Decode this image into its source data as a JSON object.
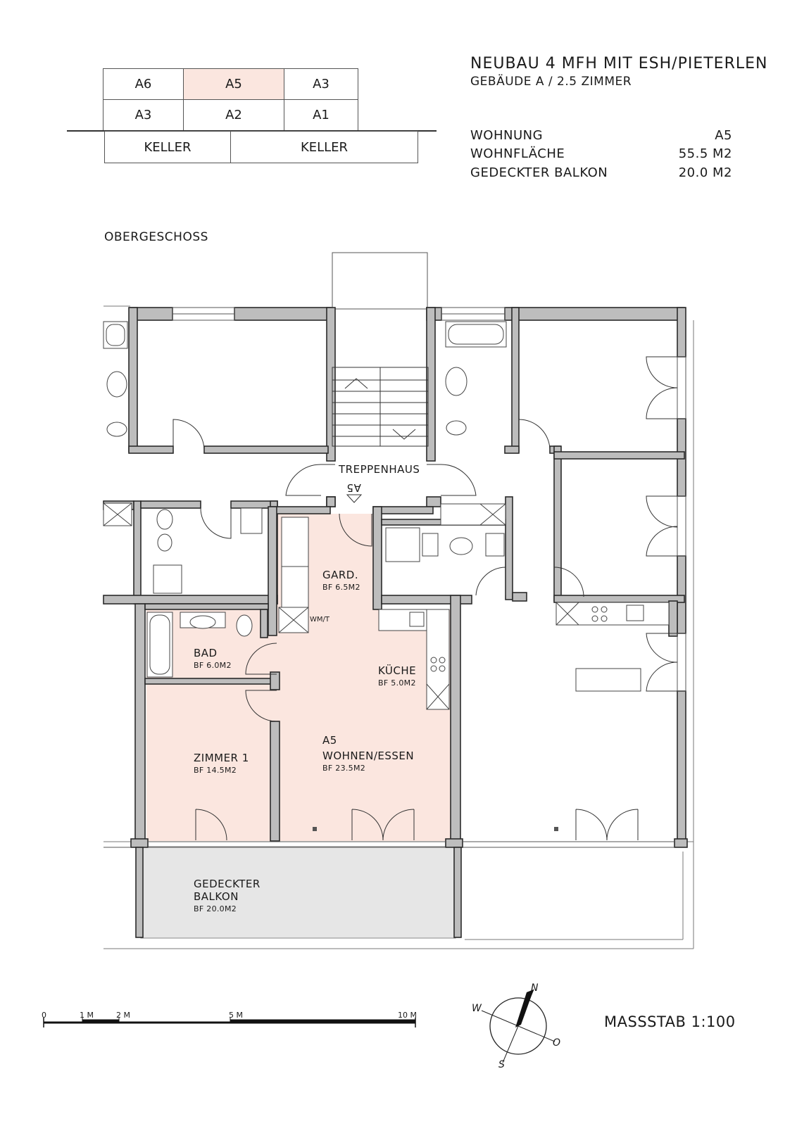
{
  "project": {
    "title": "NEUBAU 4 MFH MIT ESH/PIETERLEN",
    "subtitle": "GEBÄUDE A / 2.5 ZIMMER"
  },
  "unit_key": {
    "row1": [
      "A6",
      "A5",
      "A3"
    ],
    "row2": [
      "A3",
      "A2",
      "A1"
    ],
    "basement": [
      "KELLER",
      "KELLER"
    ],
    "highlighted": "A5",
    "highlight_color": "#fbe6df"
  },
  "info": {
    "rows": [
      {
        "label": "WOHNUNG",
        "value": "A5"
      },
      {
        "label": "WOHNFLÄCHE",
        "value": "55.5 M2"
      },
      {
        "label": "GEDECKTER BALKON",
        "value": "20.0 M2"
      }
    ]
  },
  "floor": {
    "label": "OBERGESCHOSS"
  },
  "rooms": {
    "treppenhaus": "TREPPENHAUS",
    "stair_mark": "A5",
    "gard": {
      "name": "GARD.",
      "area": "BF 6.5M2"
    },
    "wmt": "WM/T",
    "bad": {
      "name": "BAD",
      "area": "BF 6.0M2"
    },
    "kueche": {
      "name": "KÜCHE",
      "area": "BF 5.0M2"
    },
    "zimmer1": {
      "name": "ZIMMER 1",
      "area": "BF 14.5M2"
    },
    "wohnen": {
      "unit": "A5",
      "name": "WOHNEN/ESSEN",
      "area": "BF 23.5M2"
    },
    "balkon": {
      "name1": "GEDECKTER",
      "name2": "BALKON",
      "area": "BF 20.0M2"
    }
  },
  "scale_bar": {
    "labels": [
      "0",
      "1 M",
      "2 M",
      "5 M",
      "10 M"
    ]
  },
  "compass": {
    "n": "N",
    "s": "S",
    "w": "W",
    "o": "O"
  },
  "massstab": "MASSSTAB 1:100",
  "colors": {
    "unit_fill": "#fbe6df",
    "balcony_fill": "#e6e6e6",
    "wall_fill": "#bdbdbd",
    "wall_stroke": "#2a2a2a"
  }
}
